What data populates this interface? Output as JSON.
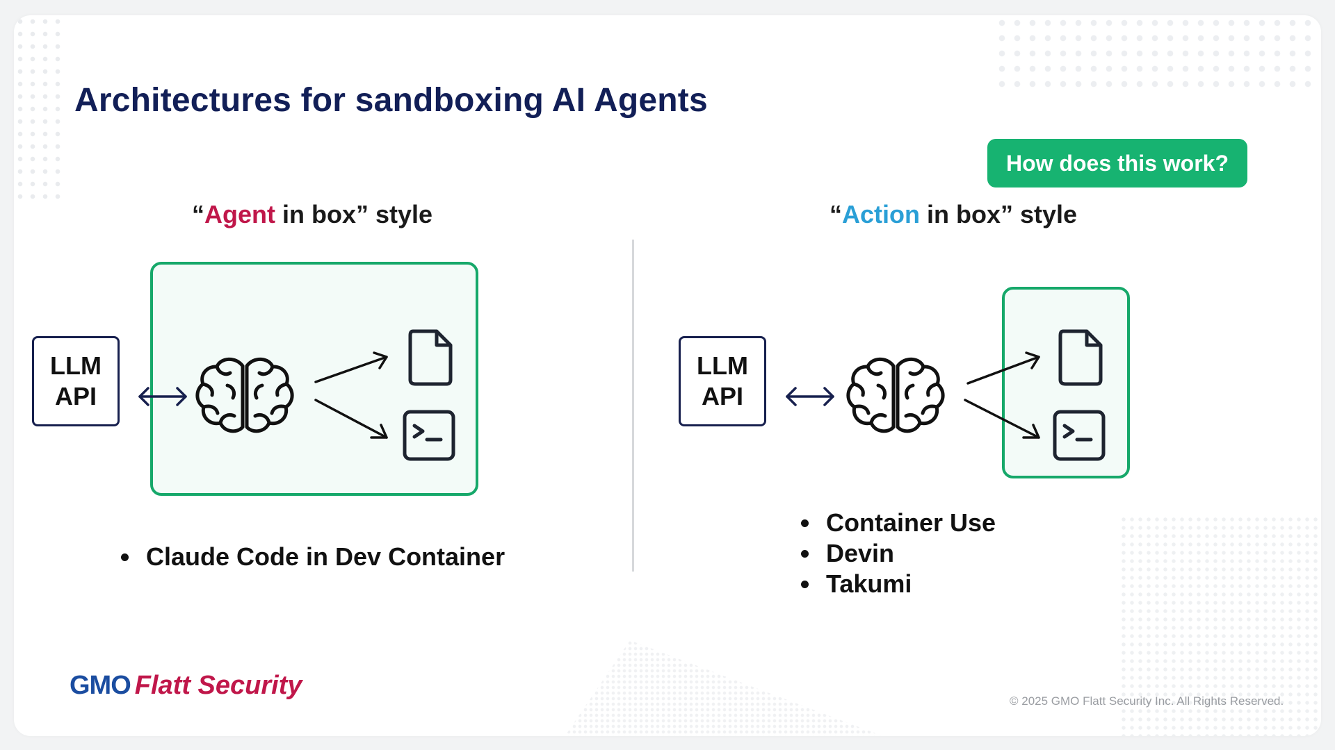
{
  "slide": {
    "title": "Architectures for sandboxing AI Agents",
    "cta_label": "How does this work?",
    "left": {
      "open_quote": "“",
      "keyword": "Agent",
      "rest": " in box” style",
      "llm_line1": "LLM",
      "llm_line2": "API",
      "bullets": [
        "Claude Code in Dev Container"
      ]
    },
    "right": {
      "open_quote": "“",
      "keyword": "Action",
      "rest": " in box” style",
      "llm_line1": "LLM",
      "llm_line2": "API",
      "bullets": [
        "Container Use",
        "Devin",
        "Takumi"
      ]
    },
    "footer": {
      "logo_gmo": "GMO",
      "logo_flatt": "Flatt Security",
      "copyright": "© 2025 GMO Flatt Security Inc. All Rights Reserved."
    }
  },
  "colors": {
    "title": "#121f57",
    "cta_bg": "#17b371",
    "sandbox_border": "#16a86a",
    "sandbox_fill": "#f3fbf8",
    "agent_keyword": "#c0174a",
    "action_keyword": "#2a9fd6",
    "llm_border": "#17204e"
  },
  "icons": [
    "brain-icon",
    "file-icon",
    "terminal-icon",
    "double-arrow-icon",
    "arrow-icon"
  ]
}
